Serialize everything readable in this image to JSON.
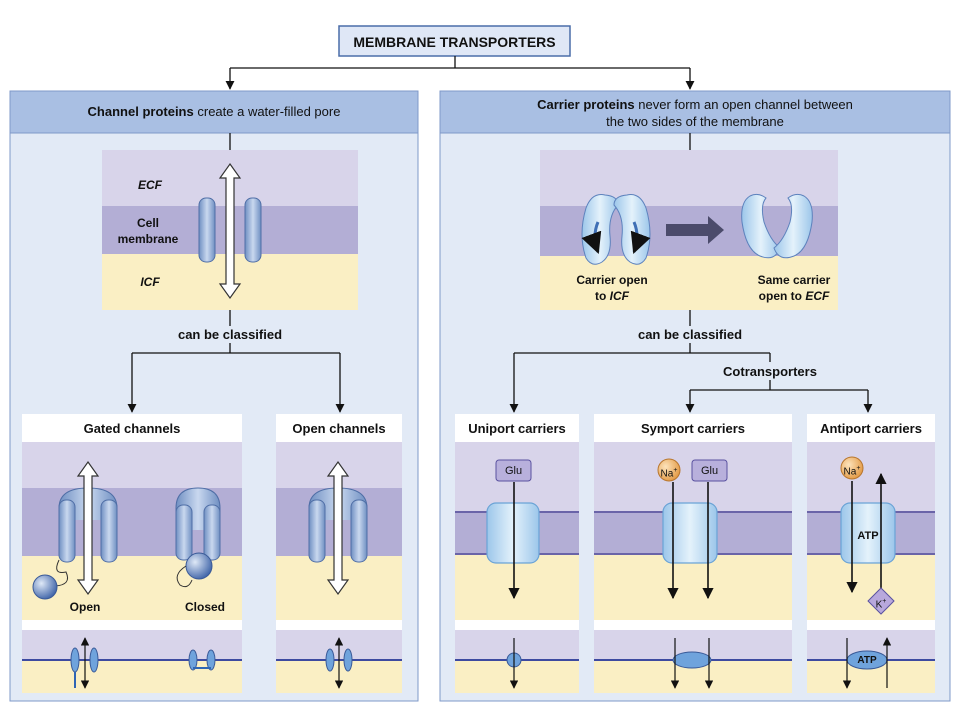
{
  "title": "MEMBRANE TRANSPORTERS",
  "channel": {
    "header_bold": "Channel proteins",
    "header_rest": "create a water-filled pore",
    "ecf": "ECF",
    "cell": "Cell",
    "membrane": "membrane",
    "icf": "ICF",
    "classified": "can be classified",
    "gated_title": "Gated channels",
    "open_label": "Open",
    "closed_label": "Closed",
    "open_channels_title": "Open channels"
  },
  "carrier": {
    "header_bold": "Carrier proteins",
    "header_rest": "never form an open channel between",
    "header_line2": "the two sides of the membrane",
    "open_icf_line1": "Carrier open",
    "open_icf_to": "to",
    "open_icf_word": "ICF",
    "same_line1": "Same carrier",
    "same_open": "open to",
    "same_word": "ECF",
    "classified": "can be classified",
    "cotransporters": "Cotransporters",
    "uniport_title": "Uniport carriers",
    "symport_title": "Symport carriers",
    "antiport_title": "Antiport carriers",
    "glu": "Glu",
    "na": "Na",
    "k": "K",
    "plus": "+",
    "atp": "ATP"
  },
  "colors": {
    "panel_header": "#a9bfe3",
    "panel_bg": "#e2eaf6",
    "ecf": "#d8d4ea",
    "membrane": "#b3aed5",
    "icf": "#faefc4",
    "protein": "#9fb8db",
    "ion_na": "#f2b66b",
    "glu_box": "#b8b0dc",
    "k_diamond": "#b8a8dc"
  }
}
